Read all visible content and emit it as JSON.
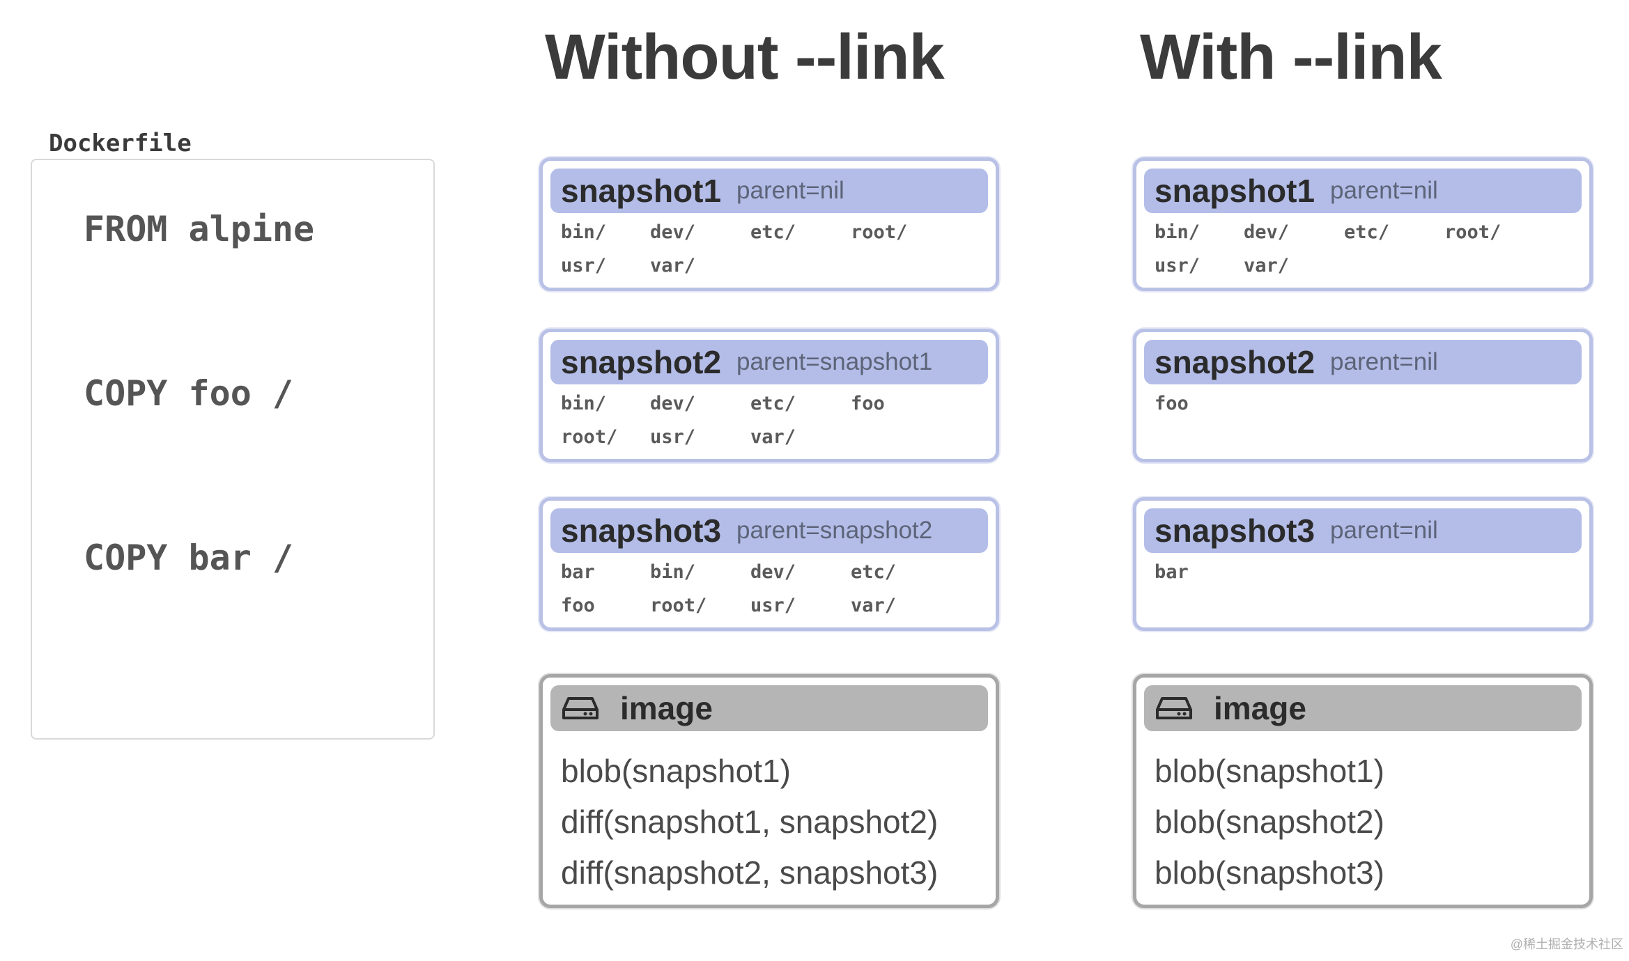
{
  "titles": {
    "without": "Without --link",
    "with": "With --link"
  },
  "dockerfile": {
    "label": "Dockerfile",
    "lines": [
      "FROM alpine",
      "COPY foo /",
      "COPY bar /"
    ]
  },
  "without": {
    "snapshots": [
      {
        "name": "snapshot1",
        "parent": "parent=nil",
        "files": [
          "bin/",
          "dev/",
          "etc/",
          "root/",
          "usr/",
          "var/"
        ]
      },
      {
        "name": "snapshot2",
        "parent": "parent=snapshot1",
        "files": [
          "bin/",
          "dev/",
          "etc/",
          "foo",
          "root/",
          "usr/",
          "var/"
        ]
      },
      {
        "name": "snapshot3",
        "parent": "parent=snapshot2",
        "files": [
          "bar",
          "bin/",
          "dev/",
          "etc/",
          "foo",
          "root/",
          "usr/",
          "var/"
        ]
      }
    ],
    "image": {
      "title": "image",
      "icon": "hard-drive-icon",
      "lines": [
        "blob(snapshot1)",
        "diff(snapshot1, snapshot2)",
        "diff(snapshot2, snapshot3)"
      ]
    }
  },
  "with": {
    "snapshots": [
      {
        "name": "snapshot1",
        "parent": "parent=nil",
        "files": [
          "bin/",
          "dev/",
          "etc/",
          "root/",
          "usr/",
          "var/"
        ]
      },
      {
        "name": "snapshot2",
        "parent": "parent=nil",
        "files": [
          "foo"
        ]
      },
      {
        "name": "snapshot3",
        "parent": "parent=nil",
        "files": [
          "bar"
        ]
      }
    ],
    "image": {
      "title": "image",
      "icon": "hard-drive-icon",
      "lines": [
        "blob(snapshot1)",
        "blob(snapshot2)",
        "blob(snapshot3)"
      ]
    }
  },
  "watermark": "@稀土掘金技术社区",
  "colors": {
    "snapshot_header": "#b3bde8",
    "snapshot_border": "#b9c1e6",
    "image_header": "#b5b5b5",
    "image_border": "#a6a6a6"
  }
}
